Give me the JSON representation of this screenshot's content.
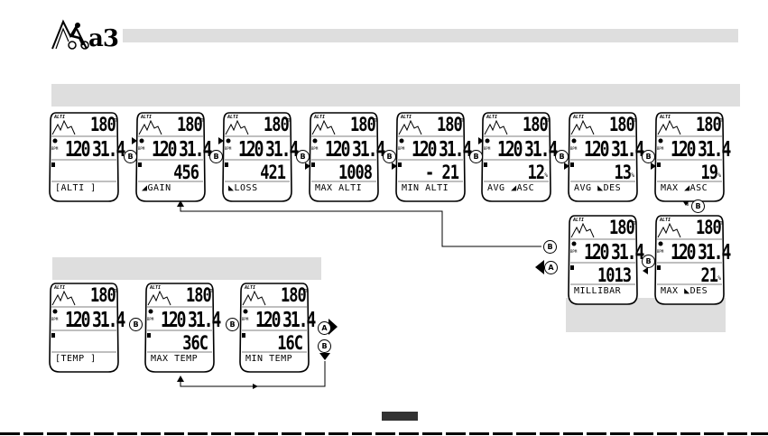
{
  "header": {
    "logo_text": "a3"
  },
  "altitude_sequence": {
    "screens": [
      {
        "altitude": "180",
        "alt_unit": "m",
        "hr": "120",
        "speed": "31.4",
        "value": "",
        "unit": "",
        "label": "[ALTI ]"
      },
      {
        "altitude": "180",
        "alt_unit": "m",
        "hr": "120",
        "speed": "31.4",
        "value": "456",
        "unit": "",
        "label": "◢GAIN"
      },
      {
        "altitude": "180",
        "alt_unit": "m",
        "hr": "120",
        "speed": "31.4",
        "value": "421",
        "unit": "",
        "label": "◣LOSS"
      },
      {
        "altitude": "180",
        "alt_unit": "m",
        "hr": "120",
        "speed": "31.4",
        "value": "1008",
        "unit": "",
        "label": "MAX ALTI"
      },
      {
        "altitude": "180",
        "alt_unit": "m",
        "hr": "120",
        "speed": "31.4",
        "value": "- 21",
        "unit": "",
        "label": "MIN ALTI"
      },
      {
        "altitude": "180",
        "alt_unit": "m",
        "hr": "120",
        "speed": "31.4",
        "value": "12",
        "unit": "%",
        "label": "AVG ◢ASC"
      },
      {
        "altitude": "180",
        "alt_unit": "m",
        "hr": "120",
        "speed": "31.4",
        "value": "13",
        "unit": "%",
        "label": "AVG ◣DES"
      },
      {
        "altitude": "180",
        "alt_unit": "m",
        "hr": "120",
        "speed": "31.4",
        "value": "19",
        "unit": "%",
        "label": "MAX ◢ASC"
      }
    ],
    "return_screens": [
      {
        "altitude": "180",
        "alt_unit": "m",
        "hr": "120",
        "speed": "31.4",
        "value": "1013",
        "unit": "",
        "label": "MILLIBAR"
      },
      {
        "altitude": "180",
        "alt_unit": "m",
        "hr": "120",
        "speed": "31.4",
        "value": "21",
        "unit": "%",
        "label": "MAX ◣DES"
      }
    ]
  },
  "temperature_sequence": {
    "screens": [
      {
        "altitude": "180",
        "alt_unit": "m",
        "hr": "120",
        "speed": "31.4",
        "value": "",
        "unit": "",
        "label": "[TEMP ]"
      },
      {
        "altitude": "180",
        "alt_unit": "m",
        "hr": "120",
        "speed": "31.4",
        "value": "36C",
        "unit": "",
        "label": "MAX TEMP"
      },
      {
        "altitude": "180",
        "alt_unit": "m",
        "hr": "120",
        "speed": "31.4",
        "value": "16C",
        "unit": "",
        "label": "MIN TEMP"
      }
    ]
  },
  "buttons": {
    "b": "B",
    "a": "A"
  },
  "screen_small_labels": {
    "alti": "ALTI",
    "bpm": "BPM"
  }
}
